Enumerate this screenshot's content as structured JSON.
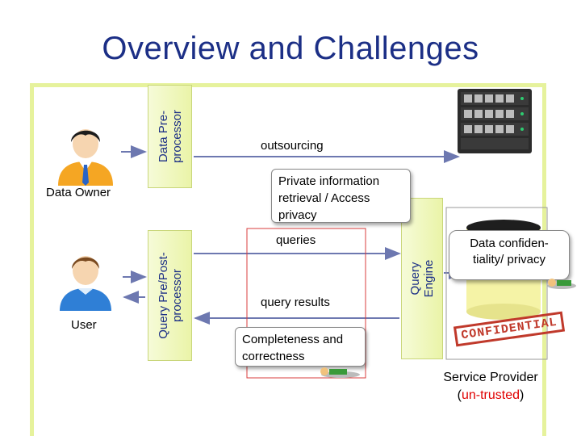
{
  "title": "Overview and Challenges",
  "panels": {
    "data_preprocessor": "Data Pre-\nprocessor",
    "query_processor": "Query Pre/Post-\nprocessor",
    "query_engine": "Query\nEngine"
  },
  "actors": {
    "data_owner": "Data Owner",
    "user": "User"
  },
  "flows": {
    "outsourcing": "outsourcing",
    "queries": "queries",
    "query_results": "query results"
  },
  "callouts": {
    "private_info": "Private information retrieval / Access privacy",
    "completeness": "Completeness and correctness",
    "confidentiality": "Data confiden-tiality/ privacy"
  },
  "stamp": "CONFIDENTIAL",
  "provider": {
    "line1": "Service Provider",
    "open": "(",
    "untrusted": "un-trusted",
    "close": ")"
  },
  "colors": {
    "title": "#1c2f86",
    "panel": "#eaf4a8",
    "arrow": "#6d78b0",
    "untrusted": "#e00000",
    "stamp": "#c0392b",
    "cylinder": "#f5f3a6"
  }
}
